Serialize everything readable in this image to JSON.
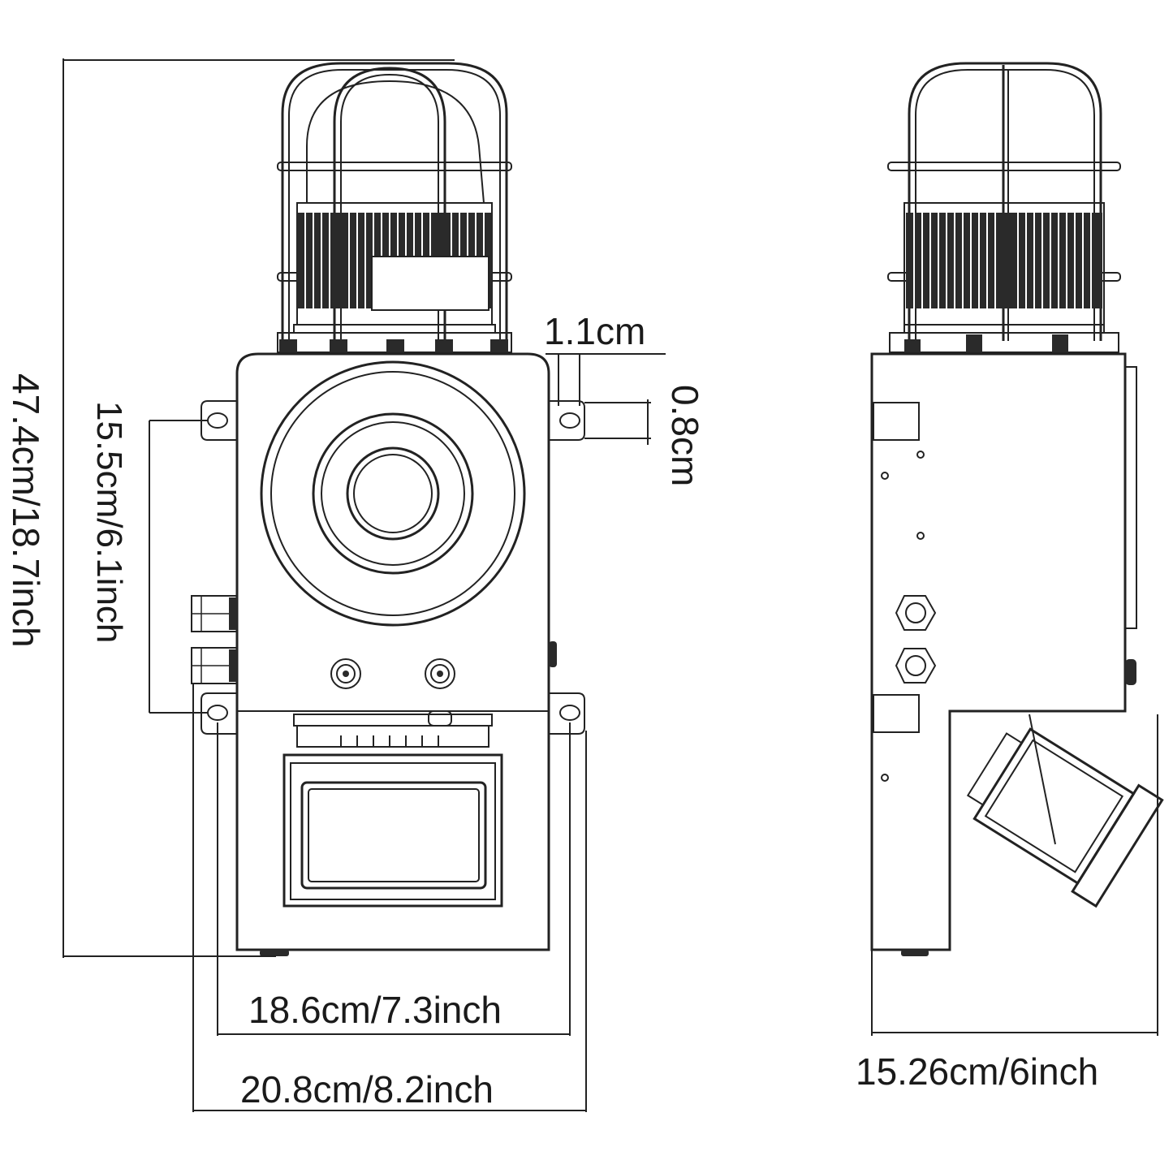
{
  "dimensions": {
    "height_total": "47.4cm/18.7inch",
    "mount_hole_spacing_vertical": "15.5cm/6.1inch",
    "ear_hole_diameter": "1.1cm",
    "ear_thickness": "0.8cm",
    "mount_hole_spacing_horizontal": "18.6cm/7.3inch",
    "overall_width": "20.8cm/8.2inch",
    "side_depth": "15.26cm/6inch"
  }
}
